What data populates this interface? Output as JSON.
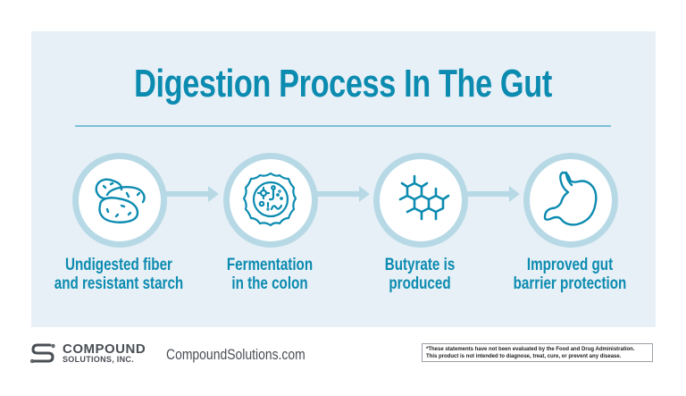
{
  "header": {
    "title": "Digestion Process In The Gut"
  },
  "colors": {
    "title": "#0c8bb0",
    "panel_background": "#e7f0f6",
    "circle_ring": "#b7d9e6",
    "rule": "#7cc0da",
    "icon_stroke": "#0c8bb0",
    "footer_text": "#4a4f55"
  },
  "steps": [
    {
      "icon": "potato-icon",
      "line1": "Undigested fiber",
      "line2": "and resistant starch"
    },
    {
      "icon": "petri-dish-bacteria-icon",
      "line1": "Fermentation",
      "line2": "in the colon"
    },
    {
      "icon": "molecule-icon",
      "line1": "Butyrate is",
      "line2": "produced"
    },
    {
      "icon": "stomach-icon",
      "line1": "Improved gut",
      "line2": "barrier protection"
    }
  ],
  "footer": {
    "logo_line1": "COMPOUND",
    "logo_line2": "SOLUTIONS, INC.",
    "website": "CompoundSolutions.com",
    "disclaimer_line1": "*These statements have not been evaluated by the Food and Drug Administration.",
    "disclaimer_line2": "This product is not intended to diagnose, treat, cure, or prevent any disease."
  }
}
